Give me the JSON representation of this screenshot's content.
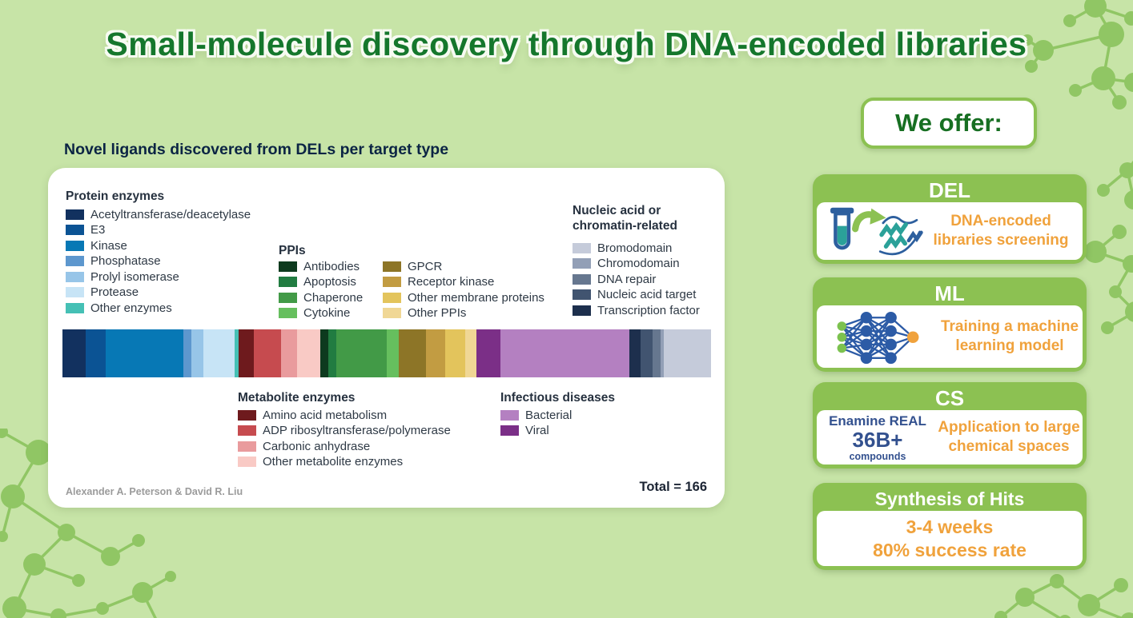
{
  "page_title": "Small-molecule discovery through DNA-encoded libraries",
  "chart_data": {
    "type": "bar",
    "variant": "single-horizontal-stacked",
    "title": "Novel ligands discovered from DELs per target type",
    "total": 166,
    "total_label": "Total = 166",
    "source": "Alexander A. Peterson & David R. Liu",
    "legend_position": "around-bar",
    "legend_groups": [
      {
        "id": "protein",
        "name": "Protein enzymes",
        "items": [
          {
            "label": "Acetyltransferase/deacetylase",
            "value": 6,
            "color": "#12315f"
          },
          {
            "label": "E3",
            "value": 5,
            "color": "#0b5394"
          },
          {
            "label": "Kinase",
            "value": 20,
            "color": "#0778b5"
          },
          {
            "label": "Phosphatase",
            "value": 2,
            "color": "#5d97ce"
          },
          {
            "label": "Prolyl isomerase",
            "value": 3,
            "color": "#97c5e8"
          },
          {
            "label": "Protease",
            "value": 8,
            "color": "#c7e4f6"
          },
          {
            "label": "Other enzymes",
            "value": 1,
            "color": "#45c0b5"
          }
        ]
      },
      {
        "id": "ppis",
        "name": "PPIs",
        "items": [
          {
            "label": "Antibodies",
            "value": 2,
            "color": "#0d3a1e"
          },
          {
            "label": "Apoptosis",
            "value": 2,
            "color": "#217c41"
          },
          {
            "label": "Chaperone",
            "value": 13,
            "color": "#429a47"
          },
          {
            "label": "Cytokine",
            "value": 3,
            "color": "#66bf5e"
          },
          {
            "label": "GPCR",
            "value": 7,
            "color": "#8d7527"
          },
          {
            "label": "Receptor kinase",
            "value": 5,
            "color": "#c29c42"
          },
          {
            "label": "Other membrane proteins",
            "value": 5,
            "color": "#e3c45c"
          },
          {
            "label": "Other PPIs",
            "value": 3,
            "color": "#f0d795"
          }
        ]
      },
      {
        "id": "nucleic",
        "name": "Nucleic acid or chromatin-related",
        "items": [
          {
            "label": "Bromodomain",
            "value": 12,
            "color": "#c5cbda"
          },
          {
            "label": "Chromodomain",
            "value": 1,
            "color": "#929fb6"
          },
          {
            "label": "DNA repair",
            "value": 2,
            "color": "#66778f"
          },
          {
            "label": "Nucleic acid target",
            "value": 3,
            "color": "#415470"
          },
          {
            "label": "Transcription factor",
            "value": 3,
            "color": "#1d2f4d"
          }
        ]
      },
      {
        "id": "metabolite",
        "name": "Metabolite enzymes",
        "items": [
          {
            "label": "Amino acid metabolism",
            "value": 4,
            "color": "#6e1a1d"
          },
          {
            "label": "ADP ribosyltransferase/polymerase",
            "value": 7,
            "color": "#c64b4f"
          },
          {
            "label": "Carbonic anhydrase",
            "value": 4,
            "color": "#e99b9d"
          },
          {
            "label": "Other metabolite enzymes",
            "value": 6,
            "color": "#f9cac5"
          }
        ]
      },
      {
        "id": "infectious",
        "name": "Infectious diseases",
        "items": [
          {
            "label": "Bacterial",
            "value": 33,
            "color": "#b480c1"
          },
          {
            "label": "Viral",
            "value": 6,
            "color": "#7b2f87"
          }
        ]
      }
    ],
    "bar_order": [
      "Acetyltransferase/deacetylase",
      "E3",
      "Kinase",
      "Phosphatase",
      "Prolyl isomerase",
      "Protease",
      "Other enzymes",
      "Amino acid metabolism",
      "ADP ribosyltransferase/polymerase",
      "Carbonic anhydrase",
      "Other metabolite enzymes",
      "Antibodies",
      "Apoptosis",
      "Chaperone",
      "Cytokine",
      "GPCR",
      "Receptor kinase",
      "Other membrane proteins",
      "Other PPIs",
      "Viral",
      "Bacterial",
      "Transcription factor",
      "Nucleic acid target",
      "DNA repair",
      "Chromodomain",
      "Bromodomain"
    ]
  },
  "offer": {
    "heading": "We offer:",
    "del": {
      "title": "DEL",
      "description": "DNA-encoded libraries screening"
    },
    "ml": {
      "title": "ML",
      "description": "Training a machine learning model"
    },
    "cs": {
      "title": "CS",
      "description": "Application to large chemical spaces",
      "stat_line1": "Enamine REAL",
      "stat_line2": "36B+",
      "stat_line3": "compounds"
    },
    "synthesis": {
      "title": "Synthesis of Hits",
      "line1": "3-4 weeks",
      "line2": "80% success rate"
    }
  },
  "icons": {
    "del_icon": "test-tube-to-protein-icon",
    "ml_icon": "neural-network-icon",
    "decor": "molecule-cluster-icon"
  },
  "colors": {
    "background": "#c7e4a7",
    "accent_green": "#8cc152",
    "title_green": "#15772c",
    "heading_navy": "#0b2444",
    "orange": "#f0a23c",
    "enamine_blue": "#33518f",
    "molecule_green": "#8cc45f"
  }
}
